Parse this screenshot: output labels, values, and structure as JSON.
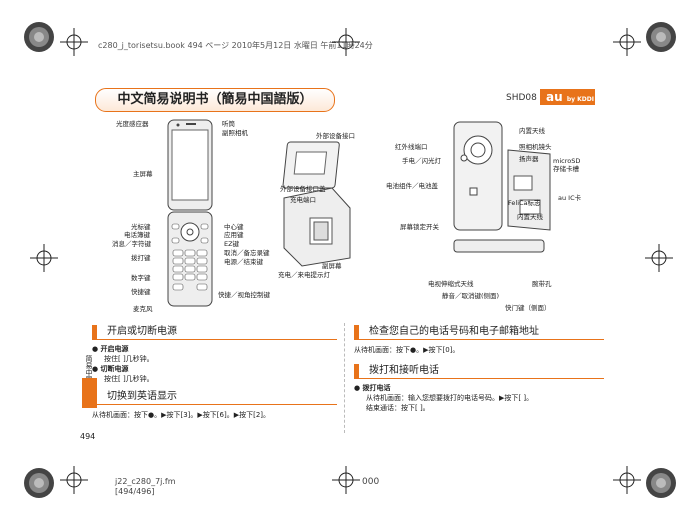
{
  "print_header": "c280_j_torisetsu.book  494 ページ  2010年5月12日  水曜日  午前11時24分",
  "title": "中文简易说明书（簡易中国語版）",
  "model": "SHD08",
  "logo": {
    "main": "au",
    "sub": "by KDDI"
  },
  "colors": {
    "accent": "#e8731a"
  },
  "front_labels": {
    "light_sensor": "光度感应器",
    "earpiece": "听筒",
    "sub_camera": "副照相机",
    "main_screen": "主屏幕",
    "cursor_key": "光标键",
    "phonebook_key": "电话簿键",
    "message_key": "消息／字符键",
    "dial_key": "拨打键",
    "number_keys": "数字键",
    "shortcut_key": "快捷键",
    "microphone": "麦克风",
    "center_key": "中心键",
    "app_key": "应用键",
    "ez_key": "EZ键",
    "cancel_key": "取消／备忘录键",
    "power_key": "电源／结束键",
    "shortcut_tv_key": "快捷／视角控制键"
  },
  "closed_labels": {
    "ext_port": "外部设备接口",
    "ext_port_cover": "外部设备接口盖",
    "charge_terminal": "充电端口",
    "sub_screen": "副屏幕",
    "charge_lamp": "充电／来电提示灯"
  },
  "back_labels": {
    "internal_antenna_top": "内置天线",
    "ir_port": "红外线端口",
    "camera_lens": "照相机镜头",
    "flashlight": "手电／闪光灯",
    "speaker": "扬声器",
    "microsd_slot": "microSD\n存储卡槽",
    "battery_cover": "电池组件／电池盖",
    "au_ic_card": "au IC卡",
    "felica": "FeliCa标志",
    "internal_antenna_bottom": "内置天线",
    "screen_lock": "屏幕锁定开关",
    "tv_antenna": "电视伸缩式天线",
    "strap_hole": "腕带孔",
    "mute_key": "静音／取消键(侧面)",
    "shutter_key": "快门键（侧面）"
  },
  "sections": {
    "power": {
      "heading": "开启或切断电源",
      "on_title": "开启电源",
      "on_text": "按住[ ]几秒钟。",
      "off_title": "切断电源",
      "off_text": "按住[ ]几秒钟。"
    },
    "english": {
      "heading": "切换到英语显示",
      "text": "从待机画面：按下●。▶按下[3]。▶按下[6]。▶按下[2]。"
    },
    "check_number": {
      "heading": "检查您自己的电话号码和电子邮箱地址",
      "text": "从待机画面：按下●。▶按下[0]。"
    },
    "calls": {
      "heading": "拨打和接听电话",
      "dial_title": "拨打电话",
      "dial_text": "从待机画面：输入您想要拨打的电话号码。▶按下[ ]。",
      "end_text": "结束通话：按下[ ]。"
    }
  },
  "side_tab": "简易中国語",
  "page_number": "494",
  "footer": {
    "file": "j22_c280_7j.fm",
    "pages": "[494/496]",
    "code": "000"
  }
}
